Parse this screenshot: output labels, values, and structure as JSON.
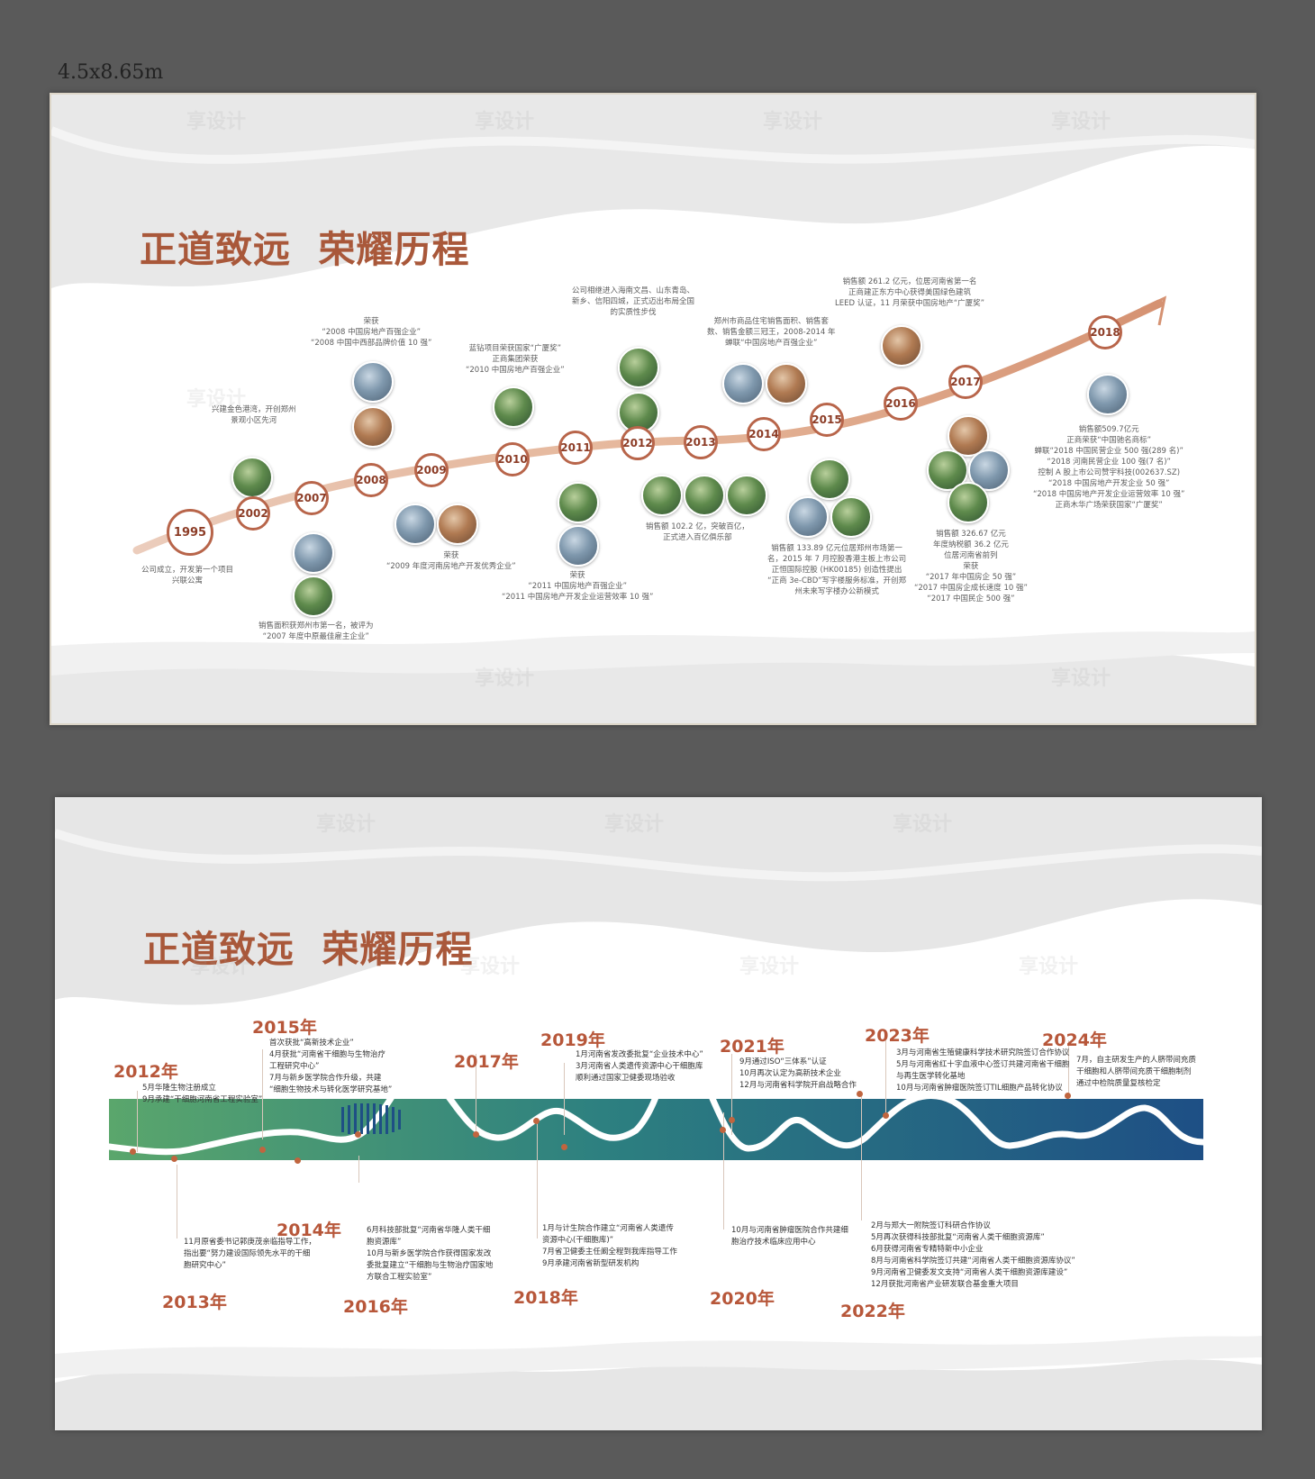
{
  "dimension_label": "4.5x8.65m",
  "title": "正道致远  荣耀历程",
  "watermark": "享设计",
  "colors": {
    "accent": "#a9583a",
    "line_start": "#5aa66c",
    "line_end": "#1e4f85"
  },
  "timeline1": {
    "years": [
      {
        "year": "1995",
        "text": "公司成立，开发第一个项目\n兴联公寓"
      },
      {
        "year": "2002",
        "text": "兴建金色港湾，开创郑州\n景观小区先河"
      },
      {
        "year": "2007",
        "text": "销售面积获郑州市第一名，被评为\n“2007 年度中原最佳雇主企业”"
      },
      {
        "year": "2008",
        "text": "荣获\n“2008 中国房地产百强企业”\n“2008 中国中西部品牌价值 10 强”"
      },
      {
        "year": "2009",
        "text": "荣获\n“2009 年度河南房地产开发优秀企业”"
      },
      {
        "year": "2010",
        "text": "蓝钻项目荣获国家“广厦奖”\n正商集团荣获\n“2010 中国房地产百强企业”"
      },
      {
        "year": "2011",
        "text": "荣获\n“2011 中国房地产百强企业”\n“2011 中国房地产开发企业运营效率 10 强”"
      },
      {
        "year": "2012",
        "text": "公司相继进入海南文昌、山东青岛、\n新乡、信阳四城，正式迈出布局全国\n的实质性步伐"
      },
      {
        "year": "2013",
        "text": "销售额 102.2 亿，突破百亿，\n正式进入百亿俱乐部"
      },
      {
        "year": "2014",
        "text": "郑州市商品住宅销售面积、销售套\n数、销售金额三冠王，2008-2014 年\n蝉联“中国房地产百强企业”"
      },
      {
        "year": "2015",
        "text": "销售额 133.89 亿元位居郑州市场第一\n名，2015 年 7 月控股香港主板上市公司\n正恒国际控股 (HK00185) 创造性提出\n“正商 3e-CBD”写字楼服务标准，开创郑\n州未来写字楼办公新模式"
      },
      {
        "year": "2016",
        "text": "销售额 261.2 亿元，位居河南省第一名\n正商建正东方中心获得美国绿色建筑\nLEED 认证，11 月荣获中国房地产“广厦奖”"
      },
      {
        "year": "2017",
        "text": "销售额 326.67 亿元\n年度纳税额 36.2 亿元\n位居河南省前列\n荣获\n“2017 年中国房企 50 强”\n“2017 中国房企成长速度 10 强”\n“2017 中国民企 500 强”"
      },
      {
        "year": "2018",
        "text": "销售额509.7亿元\n正商荣获“中国驰名商标”\n蝉联“2018 中国民营企业 500 强(289 名)”\n“2018 河南民营企业 100 强(7 名)”\n控制 A 股上市公司赞宇科技(002637.SZ)\n“2018 中国房地产开发企业 50 强”\n“2018 中国房地产开发企业运营效率 10 强”\n正商木华广场荣获国家“广厦奖”"
      }
    ]
  },
  "timeline2": {
    "years": [
      {
        "year": "2012年",
        "text": "5月华隆生物注册成立\n9月承建“干细胞河南省工程实验室”"
      },
      {
        "year": "2013年",
        "text": "11月原省委书记郭庚茂亲临指导工作，\n指出要“努力建设国际领先水平的干细\n胞研究中心”"
      },
      {
        "year": "2014年",
        "text": ""
      },
      {
        "year": "2015年",
        "text": "首次获批“高新技术企业”\n4月获批“河南省干细胞与生物治疗\n工程研究中心”\n7月与新乡医学院合作升级，共建\n“细胞生物技术与转化医学研究基地”"
      },
      {
        "year": "2016年",
        "text": "6月科技部批复“河南省华隆人类干细\n胞资源库”\n10月与新乡医学院合作获得国家发改\n委批复建立“干细胞与生物治疗国家地\n方联合工程实验室”"
      },
      {
        "year": "2017年",
        "text": ""
      },
      {
        "year": "2018年",
        "text": "1月与计生院合作建立“河南省人类遗传\n资源中心(干细胞库)”\n7月省卫健委主任阚全程到我库指导工作\n9月承建河南省新型研发机构"
      },
      {
        "year": "2019年",
        "text": "1月河南省发改委批复“企业技术中心”\n3月河南省人类遗传资源中心干细胞库\n顺利通过国家卫健委现场验收"
      },
      {
        "year": "2020年",
        "text": "10月与河南省肿瘤医院合作共建细\n胞治疗技术临床应用中心"
      },
      {
        "year": "2021年",
        "text": "9月通过ISO“三体系”认证\n10月再次认定为高新技术企业\n12月与河南省科学院开启战略合作"
      },
      {
        "year": "2022年",
        "text": "2月与郑大一附院签订科研合作协议\n5月再次获得科技部批复“河南省人类干细胞资源库”\n6月获得河南省专精特新中小企业\n8月与河南省科学院签订共建“河南省人类干细胞资源库协议”\n9月河南省卫健委发文支持“河南省人类干细胞资源库建设”\n12月获批河南省产业研发联合基金重大项目"
      },
      {
        "year": "2023年",
        "text": "3月与河南省生殖健康科学技术研究院签订合作协议\n5月与河南省红十字血液中心签订共建河南省干细胞\n与再生医学转化基地\n10月与河南省肿瘤医院签订TIL细胞产品转化协议"
      },
      {
        "year": "2024年",
        "text": "7月，自主研发生产的人脐带间充质\n干细胞和人脐带间充质干细胞制剂\n通过中检院质量复核检定"
      }
    ]
  }
}
